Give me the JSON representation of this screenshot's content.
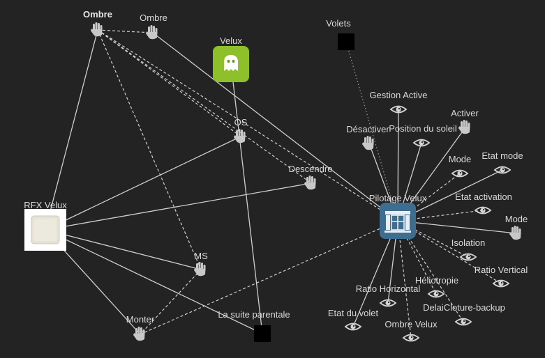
{
  "nodes": [
    {
      "id": "ombre1",
      "label": "Ombre",
      "icon": "hand-icon",
      "bold": true
    },
    {
      "id": "ombre2",
      "label": "Ombre",
      "icon": "hand-icon"
    },
    {
      "id": "velux",
      "label": "Velux",
      "icon": "ghost-app-icon",
      "color": "#8dc02b"
    },
    {
      "id": "volets",
      "label": "Volets",
      "icon": "black-square-icon"
    },
    {
      "id": "gestion",
      "label": "Gestion Active",
      "icon": "eye-icon"
    },
    {
      "id": "desactiver",
      "label": "Désactiver",
      "icon": "hand-icon"
    },
    {
      "id": "possoleil",
      "label": "Position du soleil",
      "icon": "eye-icon"
    },
    {
      "id": "activer",
      "label": "Activer",
      "icon": "hand-icon"
    },
    {
      "id": "os",
      "label": "OS",
      "icon": "hand-icon"
    },
    {
      "id": "mode1",
      "label": "Mode",
      "icon": "eye-icon"
    },
    {
      "id": "etatmode",
      "label": "Etat mode",
      "icon": "eye-icon"
    },
    {
      "id": "descendre",
      "label": "Descendre",
      "icon": "hand-icon"
    },
    {
      "id": "pilotage",
      "label": "Pilotage Velux",
      "icon": "window-shutter-icon",
      "color": "#3d6e8f"
    },
    {
      "id": "etatactivation",
      "label": "Etat activation",
      "icon": "eye-icon"
    },
    {
      "id": "mode2",
      "label": "Mode",
      "icon": "hand-icon"
    },
    {
      "id": "rfx",
      "label": "RFX Velux",
      "icon": "switch-plate-icon"
    },
    {
      "id": "isolation",
      "label": "Isolation",
      "icon": "eye-icon"
    },
    {
      "id": "ms",
      "label": "MS",
      "icon": "hand-icon"
    },
    {
      "id": "ratiovert",
      "label": "Ratio Vertical",
      "icon": "eye-icon"
    },
    {
      "id": "heliotropie",
      "label": "Héliotropie",
      "icon": "eye-icon"
    },
    {
      "id": "ratiohoriz",
      "label": "Ratio Horizontal",
      "icon": "eye-icon"
    },
    {
      "id": "delai",
      "label": "DelaiCloture-backup",
      "icon": "eye-icon"
    },
    {
      "id": "monter",
      "label": "Monter",
      "icon": "hand-icon"
    },
    {
      "id": "suite",
      "label": "La suite parentale",
      "icon": "black-square-icon"
    },
    {
      "id": "etatvolet",
      "label": "Etat du volet",
      "icon": "eye-icon"
    },
    {
      "id": "ombrevelux",
      "label": "Ombre Velux",
      "icon": "eye-icon"
    }
  ],
  "edges": [
    {
      "from": "ombre1",
      "to": "ombre2",
      "style": "dashed"
    },
    {
      "from": "ombre1",
      "to": "rfx",
      "style": "solid"
    },
    {
      "from": "ombre1",
      "to": "os",
      "style": "dashed"
    },
    {
      "from": "ombre1",
      "to": "descendre",
      "style": "dashed"
    },
    {
      "from": "ombre1",
      "to": "pilotage",
      "style": "dashed"
    },
    {
      "from": "ombre1",
      "to": "ms",
      "style": "dashed"
    },
    {
      "from": "ombre2",
      "to": "pilotage",
      "style": "solid"
    },
    {
      "from": "velux",
      "to": "suite",
      "style": "solid"
    },
    {
      "from": "volets",
      "to": "pilotage",
      "style": "dotted"
    },
    {
      "from": "rfx",
      "to": "os",
      "style": "solid"
    },
    {
      "from": "rfx",
      "to": "descendre",
      "style": "solid"
    },
    {
      "from": "rfx",
      "to": "ms",
      "style": "solid"
    },
    {
      "from": "rfx",
      "to": "monter",
      "style": "solid"
    },
    {
      "from": "rfx",
      "to": "suite",
      "style": "solid"
    },
    {
      "from": "ms",
      "to": "monter",
      "style": "dashed"
    },
    {
      "from": "monter",
      "to": "pilotage",
      "style": "dashed"
    },
    {
      "from": "pilotage",
      "to": "gestion",
      "style": "solid"
    },
    {
      "from": "pilotage",
      "to": "desactiver",
      "style": "solid"
    },
    {
      "from": "pilotage",
      "to": "possoleil",
      "style": "solid"
    },
    {
      "from": "pilotage",
      "to": "activer",
      "style": "solid"
    },
    {
      "from": "pilotage",
      "to": "mode1",
      "style": "dashed"
    },
    {
      "from": "pilotage",
      "to": "etatmode",
      "style": "solid"
    },
    {
      "from": "pilotage",
      "to": "etatactivation",
      "style": "dashed"
    },
    {
      "from": "pilotage",
      "to": "mode2",
      "style": "solid"
    },
    {
      "from": "pilotage",
      "to": "isolation",
      "style": "dashed"
    },
    {
      "from": "pilotage",
      "to": "ratiovert",
      "style": "dashed"
    },
    {
      "from": "pilotage",
      "to": "heliotropie",
      "style": "dashed"
    },
    {
      "from": "pilotage",
      "to": "delai",
      "style": "dashed"
    },
    {
      "from": "pilotage",
      "to": "ratiohoriz",
      "style": "solid"
    },
    {
      "from": "pilotage",
      "to": "etatvolet",
      "style": "solid"
    },
    {
      "from": "pilotage",
      "to": "ombrevelux",
      "style": "dashed"
    }
  ]
}
